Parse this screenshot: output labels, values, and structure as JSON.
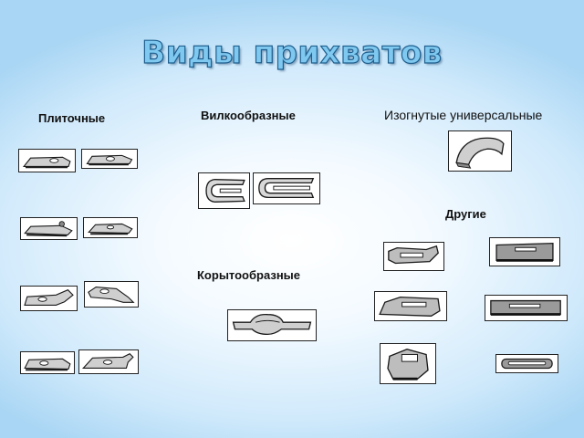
{
  "slide": {
    "title": "Виды прихватов",
    "categories": {
      "plate": "Плиточные",
      "fork": "Вилкообразные",
      "bent_universal": "Изогнутые универсальные",
      "trough": "Корытообразные",
      "other": "Другие"
    }
  },
  "colors": {
    "title_fill": "#7fc8ef",
    "title_stroke": "#1f5f8f",
    "part_ink": "#1a1a1a"
  }
}
